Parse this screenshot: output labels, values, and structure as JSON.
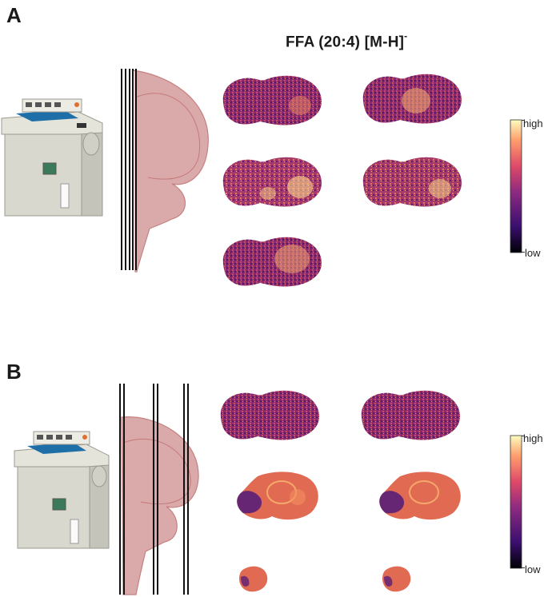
{
  "panels": {
    "a": {
      "letter": "A"
    },
    "b": {
      "letter": "B"
    }
  },
  "title": {
    "text": "FFA (20:4) [M-H]",
    "superscript": "-"
  },
  "colorbar": {
    "high_label": "high",
    "low_label": "low"
  },
  "colors": {
    "colormap": [
      "#000004",
      "#3b0f70",
      "#8c2981",
      "#de4968",
      "#fe9f6d",
      "#fcfdbf"
    ],
    "brain_tissue": "#d9a5a5",
    "brain_outline": "#c47a7a",
    "machine_body": "#dcdcd2"
  }
}
